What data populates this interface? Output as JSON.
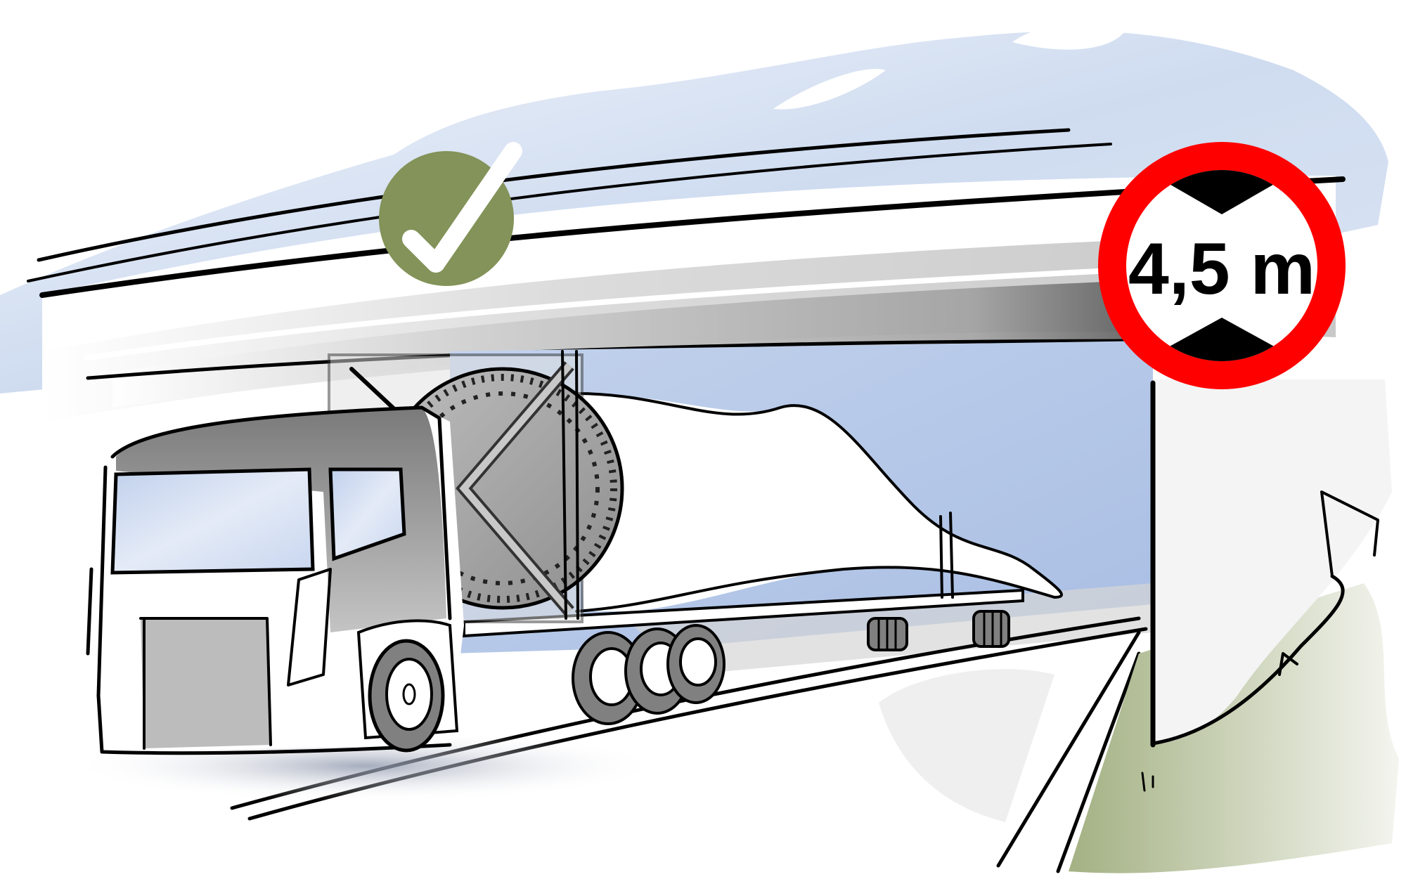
{
  "scene": {
    "description": "Truck transporting wind turbine blade passing under a bridge with height limit sign",
    "colors": {
      "sky": "#c8d6ee",
      "sky_light": "#e4ebf6",
      "passage": "#b4c7e8",
      "bridge_shadow": "#9a9a9a",
      "truck_grey": "#8a8a8a",
      "check_green": "#839359",
      "sign_red": "#ff0000",
      "grass": "#a9b58e"
    }
  },
  "status_badge": {
    "icon": "check-icon",
    "meaning": "clearance ok"
  },
  "height_sign": {
    "value": "4,5",
    "unit": "m",
    "label": "4,5 m"
  }
}
